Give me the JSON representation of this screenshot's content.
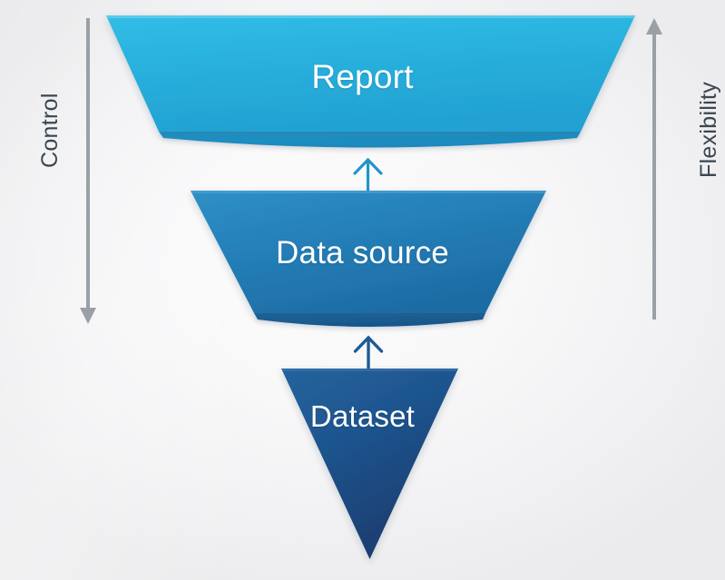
{
  "diagram": {
    "type": "inverted-funnel",
    "title": "Report / Data source / Dataset hierarchy",
    "background_color": "#f4f4f6",
    "stages": [
      {
        "id": "report",
        "label": "Report",
        "shape": "trapezoid",
        "level": 1,
        "fill_top": "#2bb4e0",
        "fill_bottom": "#24a3d4",
        "shadow_fill": "#1f8fc2",
        "text_color": "#ffffff"
      },
      {
        "id": "data-source",
        "label": "Data source",
        "shape": "trapezoid",
        "level": 2,
        "fill_top": "#2a87bf",
        "fill_bottom": "#1f6fa8",
        "shadow_fill": "#1b5f92",
        "text_color": "#ffffff"
      },
      {
        "id": "dataset",
        "label": "Dataset",
        "shape": "inverted-triangle",
        "level": 3,
        "fill_top": "#205a95",
        "fill_bottom": "#1b3e72",
        "shadow_fill": "#19396a",
        "text_color": "#ffffff"
      }
    ],
    "connectors": [
      {
        "id": "dataset-to-source",
        "from": "dataset",
        "to": "data-source",
        "direction": "up",
        "color": "#1d5b96"
      },
      {
        "id": "source-to-report",
        "from": "data-source",
        "to": "report",
        "direction": "up",
        "color": "#2295c9"
      }
    ],
    "axes": [
      {
        "id": "control-axis",
        "label": "Control",
        "direction": "down",
        "side": "left",
        "color": "#9aa0a6",
        "label_color": "#3b4650"
      },
      {
        "id": "flexibility-axis",
        "label": "Flexibility",
        "direction": "up",
        "side": "right",
        "color": "#9aa0a6",
        "label_color": "#3b4650"
      }
    ]
  }
}
